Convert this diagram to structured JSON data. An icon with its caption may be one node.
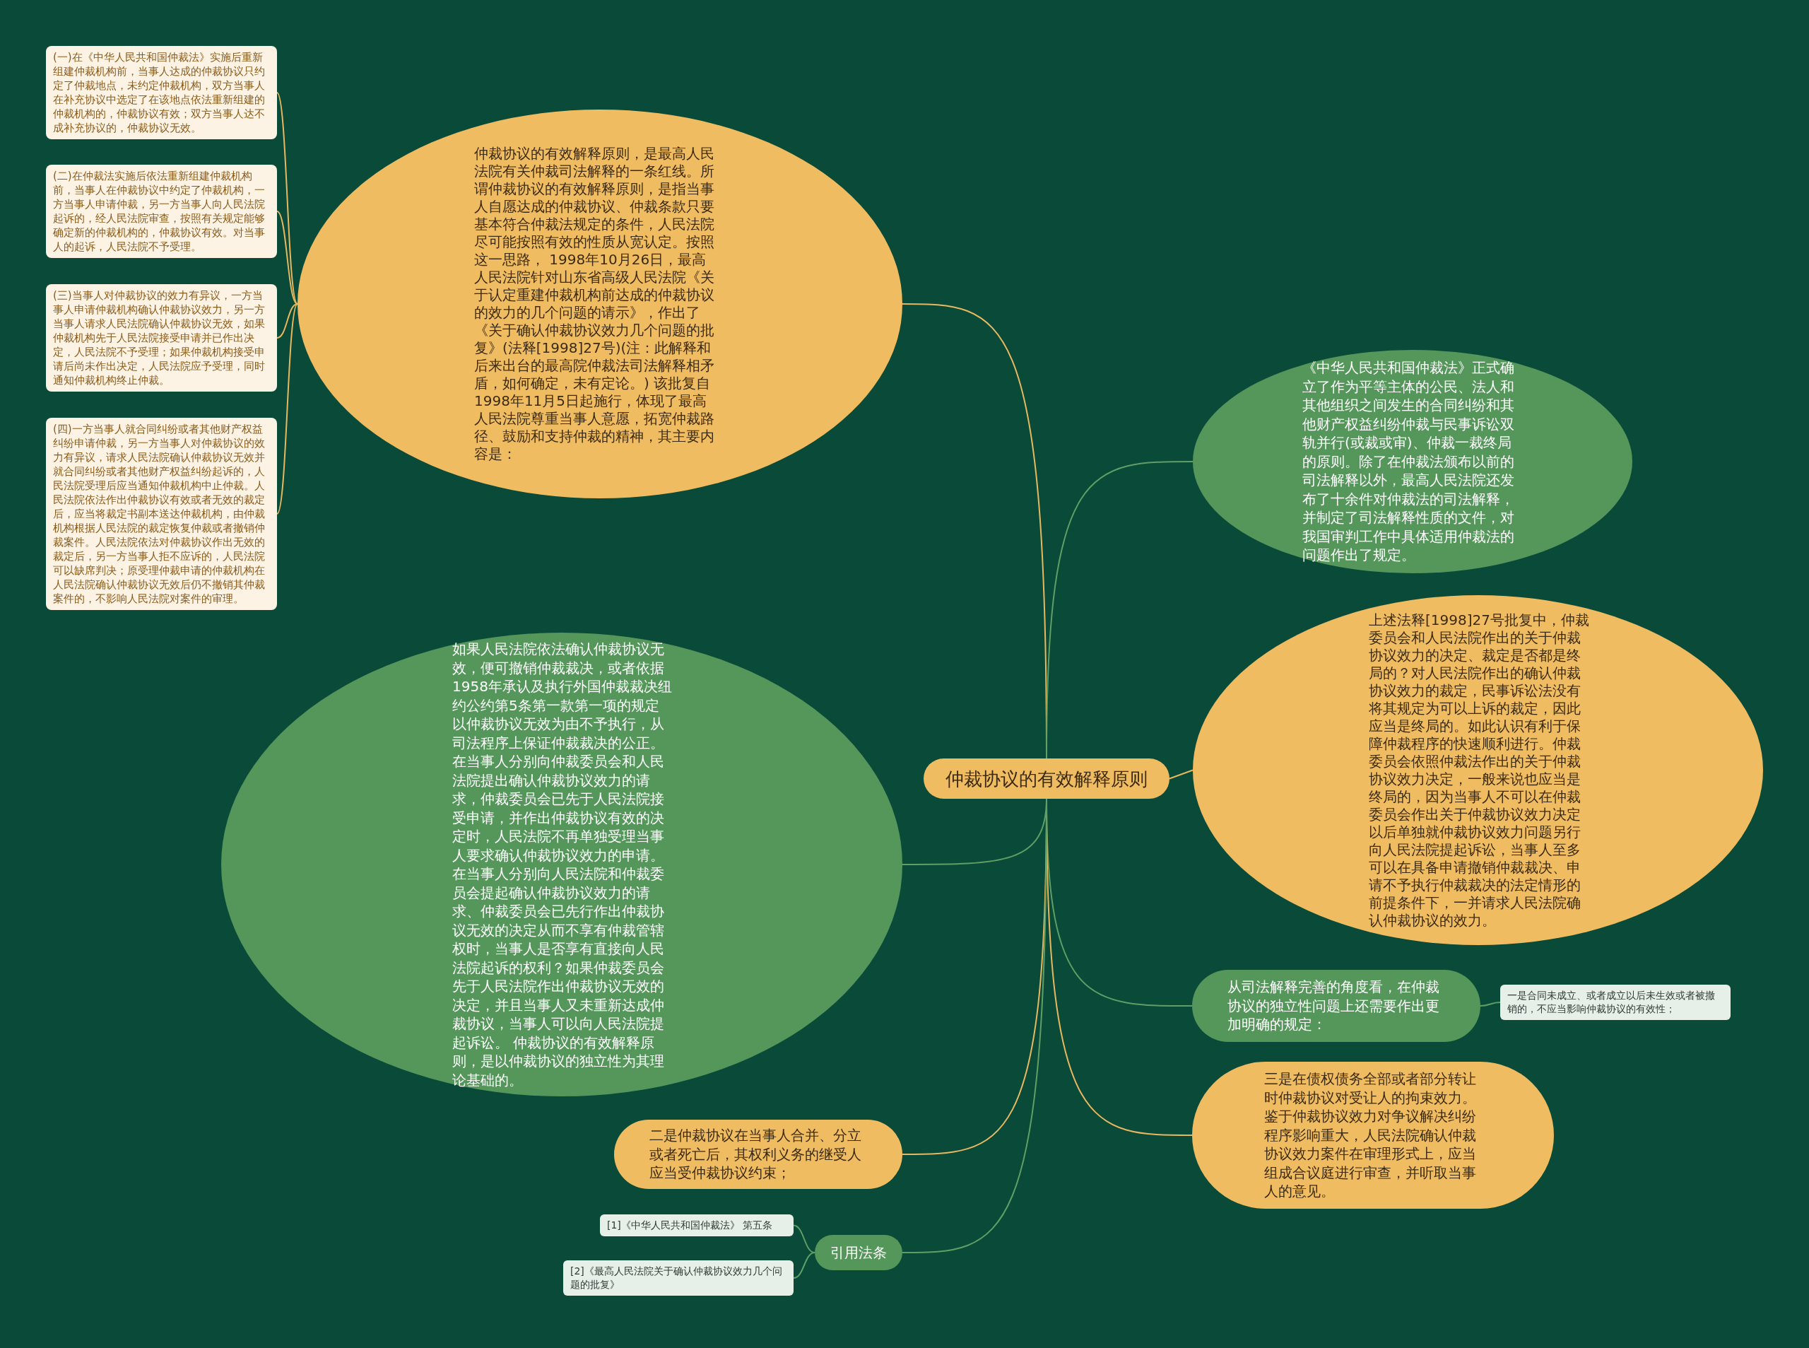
{
  "diagram": {
    "nodes": [
      {
        "text": [
          "仲裁协议的有效解释原则"
        ]
      },
      {
        "text": [
          "仲裁协议的有效解释原则，是最高人民法院有关仲裁司法解释的一条红线。所谓仲裁协议的有效解释原则，是指当事人自愿达成的仲裁协议、仲裁条款只要基本符合仲裁法规定的条件，人民法院尽可能按照有效的性质从宽认定。按照这一思路， 1998年10月26日，最高人民法院针对山东省高级人民法院《关于认定重建仲裁机构前达成的仲裁协议的效力的几个问题的请示》，作出了《关于确认仲裁协议效力几个问题的批复》(法释[1998]27号)(注：此解释和后来出台的最高院仲裁法司法解释相矛盾，如何确定，未有定论。) 该批复自1998年11月5日起施行，体现了最高人民法院尊重当事人意愿，拓宽仲裁路径、鼓励和支持仲裁的精神，其主要内容是："
        ]
      },
      {
        "text": [
          "(一)在《中华人民共和国仲裁法》实施后重新组建仲裁机构前，当事人达成的仲裁协议只约定了仲裁地点，未约定仲裁机构，双方当事人在补充协议中选定了在该地点依法重新组建的仲裁机构的，仲裁协议有效；双方当事人达不成补充协议的，仲裁协议无效。"
        ]
      },
      {
        "text": [
          "(二)在仲裁法实施后依法重新组建仲裁机构前，当事人在仲裁协议中约定了仲裁机构，一方当事人申请仲裁，另一方当事人向人民法院起诉的，经人民法院审查，按照有关规定能够确定新的仲裁机构的，仲裁协议有效。对当事人的起诉，人民法院不予受理。"
        ]
      },
      {
        "text": [
          "(三)当事人对仲裁协议的效力有异议，一方当事人申请仲裁机构确认仲裁协议效力，另一方当事人请求人民法院确认仲裁协议无效，如果仲裁机构先于人民法院接受申请并已作出决定，人民法院不予受理；如果仲裁机构接受申请后尚未作出决定，人民法院应予受理，同时通知仲裁机构终止仲裁。"
        ]
      },
      {
        "text": [
          "(四)一方当事人就合同纠纷或者其他财产权益纠纷申请仲裁，另一方当事人对仲裁协议的效力有异议，请求人民法院确认仲裁协议无效并就合同纠纷或者其他财产权益纠纷起诉的，人民法院受理后应当通知仲裁机构中止仲裁。人民法院依法作出仲裁协议有效或者无效的裁定后，应当将裁定书副本送达仲裁机构，由仲裁机构根据人民法院的裁定恢复仲裁或者撤销仲裁案件。人民法院依法对仲裁协议作出无效的裁定后，另一方当事人拒不应诉的，人民法院可以缺席判决；原受理仲裁申请的仲裁机构在人民法院确认仲裁协议无效后仍不撤销其仲裁案件的，不影响人民法院对案件的审理。"
        ]
      },
      {
        "text": [
          "《中华人民共和国仲裁法》正式确立了作为平等主体的公民、法人和其他组织之间发生的合同纠纷和其他财产权益纠纷仲裁与民事诉讼双轨并行(或裁或审)、仲裁一裁终局的原则。除了在仲裁法颁布以前的司法解释以外，最高人民法院还发布了十余件对仲裁法的司法解释，并制定了司法解释性质的文件，对我国审判工作中具体适用仲裁法的问题作出了规定。"
        ]
      },
      {
        "text": [
          "上述法释[1998]27号批复中，仲裁委员会和人民法院作出的关于仲裁协议效力的决定、裁定是否都是终局的？对人民法院作出的确认仲裁协议效力的裁定，民事诉讼法没有将其规定为可以上诉的裁定，因此应当是终局的。如此认识有利于保障仲裁程序的快速顺利进行。仲裁委员会依照仲裁法作出的关于仲裁协议效力决定，一般来说也应当是终局的，因为当事人不可以在仲裁委员会作出关于仲裁协议效力决定以后单独就仲裁协议效力问题另行向人民法院提起诉讼，当事人至多可以在具备申请撤销仲裁裁决、申请不予执行仲裁裁决的法定情形的前提条件下，一并请求人民法院确认仲裁协议的效力。"
        ]
      },
      {
        "text": [
          "从司法解释完善的角度看，在仲裁协议的独立性问题上还需要作出更加明确的规定："
        ]
      },
      {
        "text": [
          "一是合同未成立、或者成立以后未生效或者被撤销的，不应当影响仲裁协议的有效性；"
        ]
      },
      {
        "text": [
          "三是在债权债务全部或者部分转让时仲裁协议对受让人的拘束效力。鉴于仲裁协议效力对争议解决纠纷程序影响重大，人民法院确认仲裁协议效力案件在审理形式上，应当组成合议庭进行审查，并听取当事人的意见。"
        ]
      },
      {
        "text": [
          "如果人民法院依法确认仲裁协议无效，便可撤销仲裁裁决，或者依据1958年承认及执行外国仲裁裁决纽约公约第5条第一款第一项的规定以仲裁协议无效为由不予执行，从司法程序上保证仲裁裁决的公正。在当事人分别向仲裁委员会和人民法院提出确认仲裁协议效力的请求，仲裁委员会已先于人民法院接受申请，并作出仲裁协议有效的决定时，人民法院不再单独受理当事人要求确认仲裁协议效力的申请。在当事人分别向人民法院和仲裁委员会提起确认仲裁协议效力的请求、仲裁委员会已先行作出仲裁协议无效的决定从而不享有仲裁管辖权时，当事人是否享有直接向人民法院起诉的权利？如果仲裁委员会先于人民法院作出仲裁协议无效的决定，并且当事人又未重新达成仲裁协议，当事人可以向人民法院提起诉讼。 仲裁协议的有效解释原则，是以仲裁协议的独立性为其理论基础的。"
        ]
      },
      {
        "text": [
          "二是仲裁协议在当事人合并、分立或者死亡后，其权利义务的继受人应当受仲裁协议约束；"
        ]
      },
      {
        "text": [
          "引用法条"
        ]
      },
      {
        "text": [
          "[1]《中华人民共和国仲裁法》 第五条"
        ]
      },
      {
        "text": [
          "[2]《最高人民法院关于确认仲裁协议效力几个问题的批复》"
        ]
      }
    ],
    "edges": [
      {
        "from": 0,
        "to": 1,
        "arrow": "none"
      },
      {
        "from": 1,
        "to": 2,
        "arrow": "none"
      },
      {
        "from": 1,
        "to": 3,
        "arrow": "none"
      },
      {
        "from": 1,
        "to": 4,
        "arrow": "none"
      },
      {
        "from": 1,
        "to": 5,
        "arrow": "none"
      },
      {
        "from": 0,
        "to": 6,
        "arrow": "none",
        "color": "#5f9f66"
      },
      {
        "from": 0,
        "to": 7,
        "arrow": "none"
      },
      {
        "from": 0,
        "to": 8,
        "arrow": "none",
        "color": "#5f9f66"
      },
      {
        "from": 8,
        "to": 9,
        "arrow": "none",
        "color": "#5f9f66"
      },
      {
        "from": 0,
        "to": 10,
        "arrow": "none"
      },
      {
        "from": 0,
        "to": 11,
        "arrow": "none",
        "color": "#5f9f66"
      },
      {
        "from": 0,
        "to": 12,
        "arrow": "none"
      },
      {
        "from": 0,
        "to": 13,
        "arrow": "none",
        "color": "#5f9f66"
      },
      {
        "from": 13,
        "to": 14,
        "arrow": "none",
        "color": "#5f9f66"
      },
      {
        "from": 13,
        "to": 15,
        "arrow": "none",
        "color": "#5f9f66"
      }
    ]
  }
}
